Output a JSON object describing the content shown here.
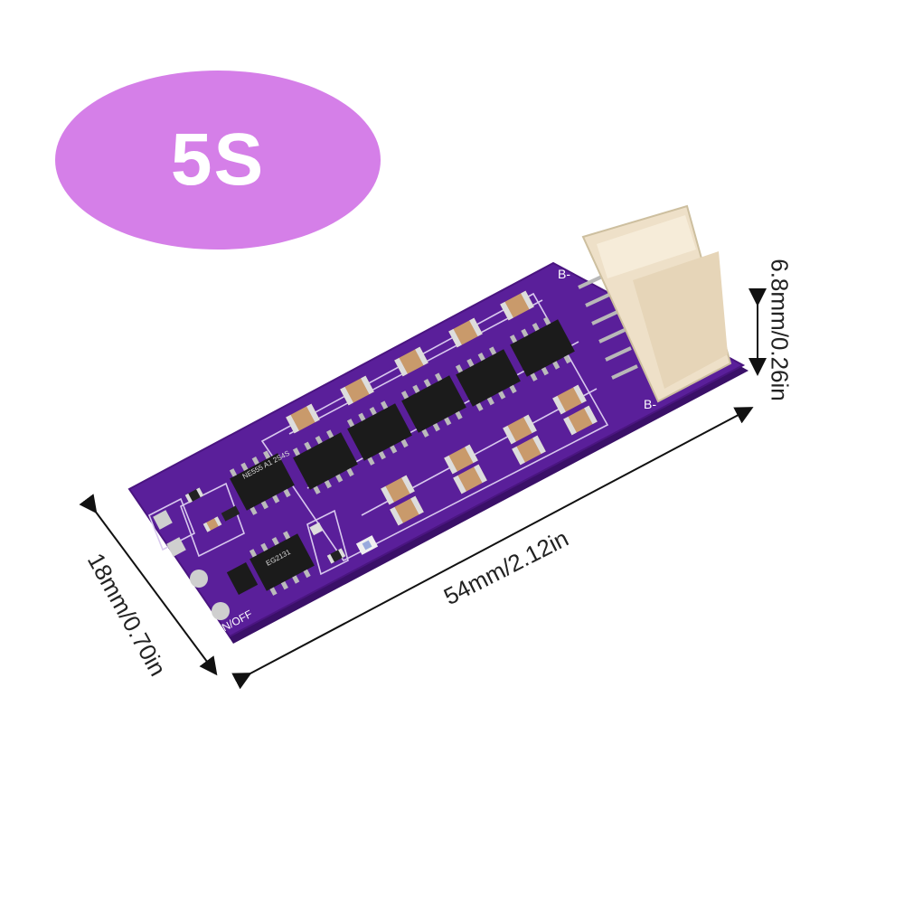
{
  "badge": {
    "label": "5S",
    "color": "#d57fe8"
  },
  "dimensions": {
    "length": "54mm/2.12in",
    "width": "18mm/0.70in",
    "height": "6.8mm/0.26in"
  },
  "board": {
    "color": "#5a1f9a",
    "silkscreen": {
      "b_minus": "B-",
      "b_neg_top": "B-",
      "on_off": "ON/OFF"
    },
    "chips": [
      "NE555 A1 2S4S",
      "EG2131"
    ]
  }
}
